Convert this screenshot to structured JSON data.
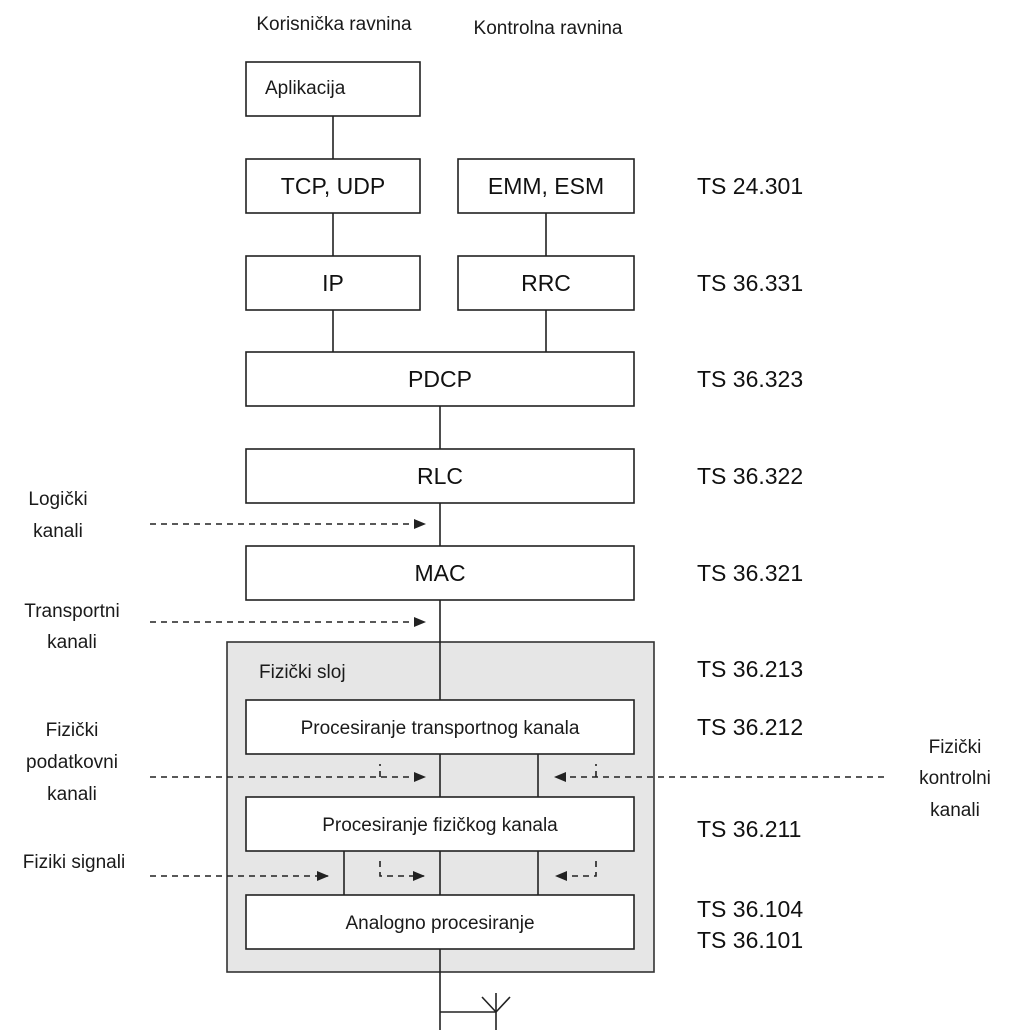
{
  "planes": {
    "user": "Korisnička ravnina",
    "control": "Kontrolna ravnina"
  },
  "boxes": {
    "application": "Aplikacija",
    "tcp_udp": "TCP, UDP",
    "emm_esm": "EMM, ESM",
    "ip": "IP",
    "rrc": "RRC",
    "pdcp": "PDCP",
    "rlc": "RLC",
    "mac": "MAC",
    "physical_layer": "Fizički sloj",
    "transport_processing": "Procesiranje transportnog kanala",
    "physical_processing": "Procesiranje fizičkog kanala",
    "analog_processing": "Analogno procesiranje"
  },
  "specs": {
    "ts_24_301": "TS 24.301",
    "ts_36_331": "TS 36.331",
    "ts_36_323": "TS 36.323",
    "ts_36_322": "TS 36.322",
    "ts_36_321": "TS 36.321",
    "ts_36_213": "TS 36.213",
    "ts_36_212": "TS 36.212",
    "ts_36_211": "TS 36.211",
    "ts_36_104": "TS 36.104",
    "ts_36_101": "TS 36.101"
  },
  "channels": {
    "logical_line1": "Logički",
    "logical_line2": "kanali",
    "transport_line1": "Transportni",
    "transport_line2": "kanali",
    "phy_data_line1": "Fizički",
    "phy_data_line2": "podatkovni",
    "phy_data_line3": "kanali",
    "phy_control_line1": "Fizički",
    "phy_control_line2": "kontrolni",
    "phy_control_line3": "kanali",
    "phy_signals": "Fiziki signali"
  }
}
